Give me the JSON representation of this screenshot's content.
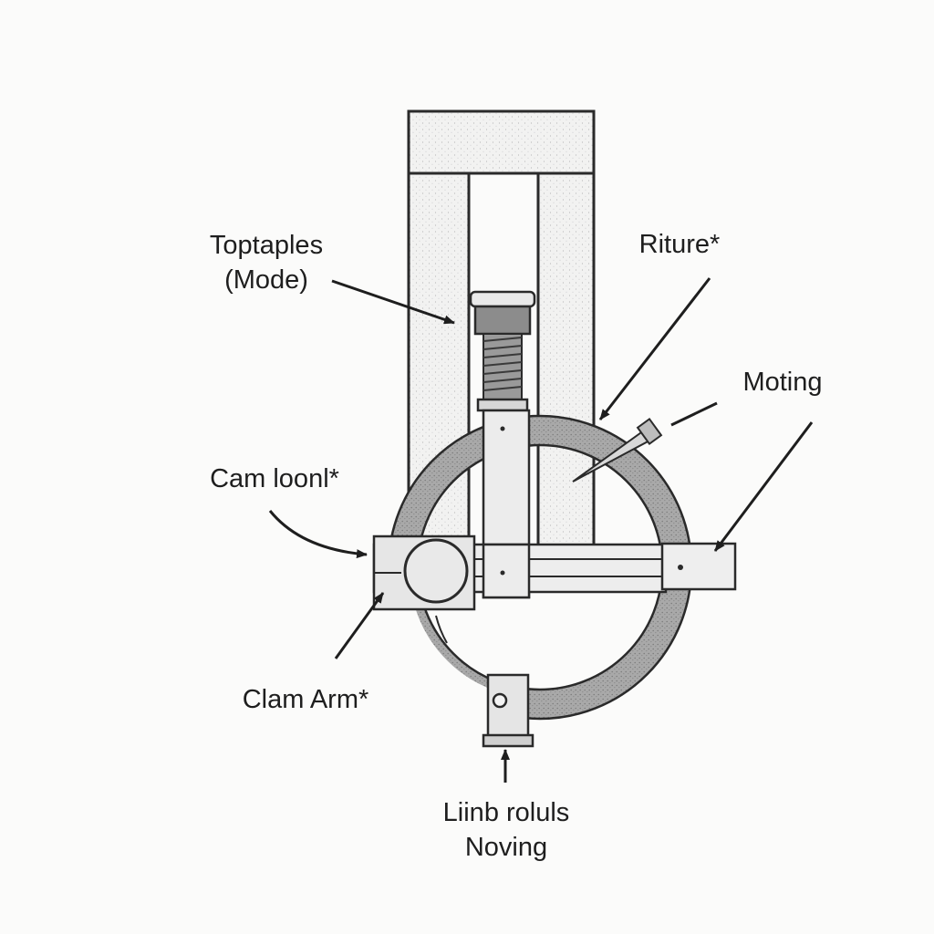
{
  "diagram": {
    "labels": {
      "toptaples": [
        "Toptaples",
        "(Mode)"
      ],
      "riture": [
        "Riture*"
      ],
      "moting": [
        "Moting"
      ],
      "cam_loonl": [
        "Cam loonl*"
      ],
      "clam_arm": [
        "Clam Arm*"
      ],
      "liinb_roluls": [
        "Liinb roluls",
        "Noving"
      ]
    }
  }
}
